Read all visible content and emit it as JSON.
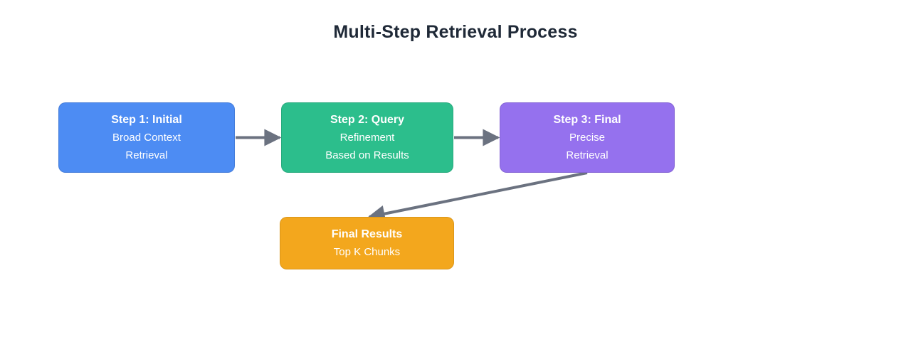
{
  "title": "Multi-Step Retrieval Process",
  "theme": {
    "background": "#ffffff",
    "title_color": "#1f2937",
    "node_text_color": "#ffffff",
    "arrow_color": "#6b7280"
  },
  "nodes": [
    {
      "title": "Step 1: Initial",
      "lines": [
        "Broad Context",
        "Retrieval"
      ],
      "fill": "#4d8cf3"
    },
    {
      "title": "Step 2: Query",
      "lines": [
        "Refinement",
        "Based on Results"
      ],
      "fill": "#2cbe8c"
    },
    {
      "title": "Step 3: Final",
      "lines": [
        "Precise",
        "Retrieval"
      ],
      "fill": "#9571ee"
    },
    {
      "title": "Final Results",
      "lines": [
        "Top K Chunks"
      ],
      "fill": "#f3a71d"
    }
  ],
  "arrows": [
    {
      "from": "Step 1: Initial",
      "to": "Step 2: Query"
    },
    {
      "from": "Step 2: Query",
      "to": "Step 3: Final"
    },
    {
      "from": "Step 3: Final",
      "to": "Final Results"
    }
  ]
}
